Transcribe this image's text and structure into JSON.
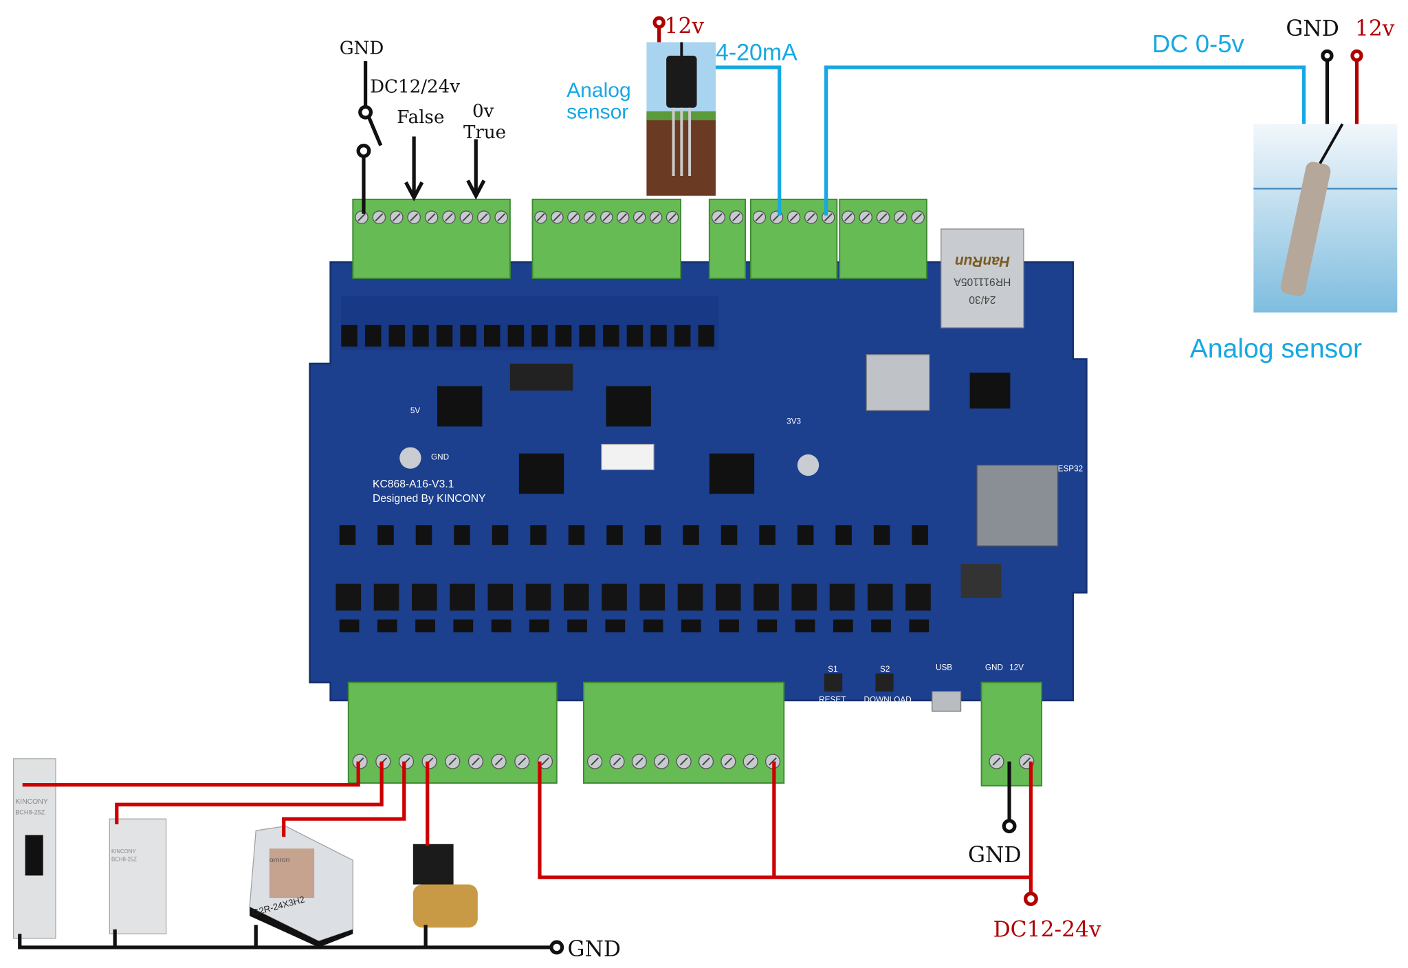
{
  "labels": {
    "input_gnd": "GND",
    "input_dc": "DC12/24v",
    "input_false": "False",
    "input_0v": "0v",
    "input_true": "True",
    "soil_12v": "12v",
    "soil_sensor_line1": "Analog",
    "soil_sensor_line2": "sensor",
    "current_loop": "4-20mA",
    "voltage_signal": "DC 0-5v",
    "water_gnd": "GND",
    "water_12v": "12v",
    "water_sensor": "Analog sensor",
    "output_gnd": "GND",
    "power_gnd": "GND",
    "power_dc": "DC12-24v"
  },
  "board": {
    "model": "KC868-A16-V3.1",
    "designed_by": "Designed By   KINCONY",
    "reset": "RESET",
    "download": "DOWNLOAD",
    "s1": "S1",
    "s2": "S2",
    "usb": "USB",
    "gnd": "GND",
    "v12": "12V",
    "v5": "5V",
    "v3": "3V3",
    "gnd2": "GND",
    "esp32": "ESP32",
    "eth_brand": "HanRun",
    "eth_model": "HR911105A",
    "eth_date": "24/30"
  },
  "devices": {
    "breaker_brand": "KINCONY",
    "breaker_model": "BCH8-25Z",
    "contactor_brand": "KINCONY",
    "contactor_model": "BCH8-25Z",
    "relay_brand": "omron",
    "relay_model": "G2R-24X3H2"
  },
  "colors": {
    "board": "#1c3f8e",
    "terminal": "#66bb55",
    "signal_wire": "#17a8e3",
    "power_wire": "#cc0000",
    "ground_wire": "#111111"
  }
}
